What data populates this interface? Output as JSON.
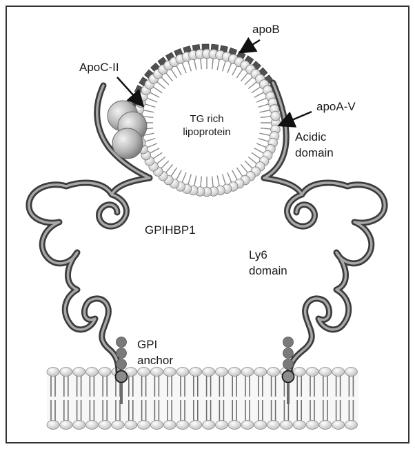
{
  "labels": {
    "apoB": "apoB",
    "apoC": "ApoC-II",
    "apoA": "apoA-V",
    "tg_line1": "TG rich",
    "tg_line2": "lipoprotein",
    "acidic_line1": "Acidic",
    "acidic_line2": "domain",
    "gpihbp1": "GPIHBP1",
    "ly6_line1": "Ly6",
    "ly6_line2": "domain",
    "gpi_line1": "GPI",
    "gpi_line2": "anchor"
  },
  "colors": {
    "frame": "#333333",
    "protein_outer": "#4a4a4a",
    "protein_inner": "#9a9a9a",
    "lipid_head": "#e8e8e8",
    "lipid_tail": "#6e6e6e",
    "ball": "#b9b9b9",
    "apob": "#505050",
    "text": "#1a1a1a"
  }
}
